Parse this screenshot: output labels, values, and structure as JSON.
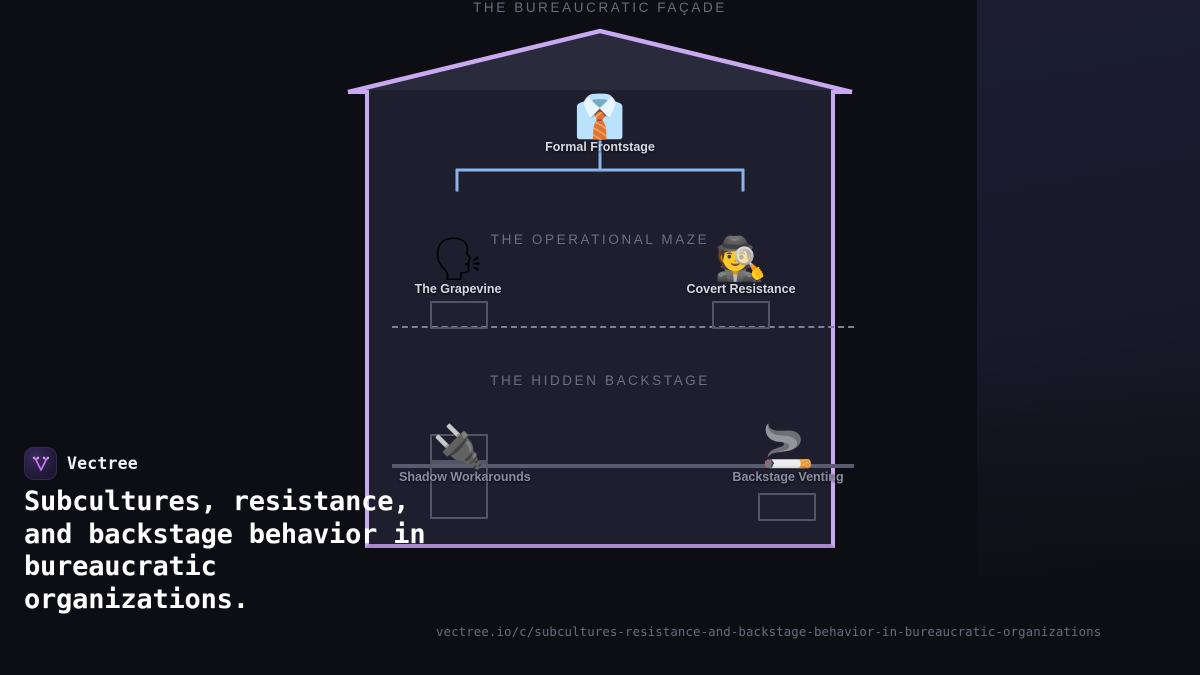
{
  "brand": {
    "name": "Vectree",
    "logo_icon": "vectree-v-tree-logo",
    "accent": "#c9a9ef"
  },
  "headline": "Subcultures, resistance, and backstage behavior in bureaucratic organizations.",
  "url": "vectree.io/c/subcultures-resistance-and-backstage-behavior-in-bureaucratic-organizations",
  "diagram": {
    "house_outline_color": "#c9a9ef",
    "house_fill_color": "#1e1e2e",
    "formal_link_color": "#8ab4e8",
    "informal_link_color": "#8fd48a",
    "floors": [
      {
        "id": "facade",
        "label": "THE BUREAUCRATIC FAÇADE"
      },
      {
        "id": "maze",
        "label": "THE OPERATIONAL MAZE"
      },
      {
        "id": "backstage",
        "label": "THE HIDDEN BACKSTAGE"
      }
    ],
    "nodes": [
      {
        "id": "frontstage",
        "label": "Formal Frontstage",
        "icon": "necktie-shirt-emoji",
        "emoji": "👔"
      },
      {
        "id": "grapevine",
        "label": "The Grapevine",
        "icon": "speaking-head-emoji",
        "emoji": "🗣"
      },
      {
        "id": "covert",
        "label": "Covert Resistance",
        "icon": "detective-emoji",
        "emoji": "🕵"
      },
      {
        "id": "shadow",
        "label": "Shadow Workarounds",
        "icon": "electric-plug-emoji",
        "emoji": "🔌"
      },
      {
        "id": "venting",
        "label": "Backstage Venting",
        "icon": "cigarette-emoji",
        "emoji": "🚬"
      }
    ]
  }
}
